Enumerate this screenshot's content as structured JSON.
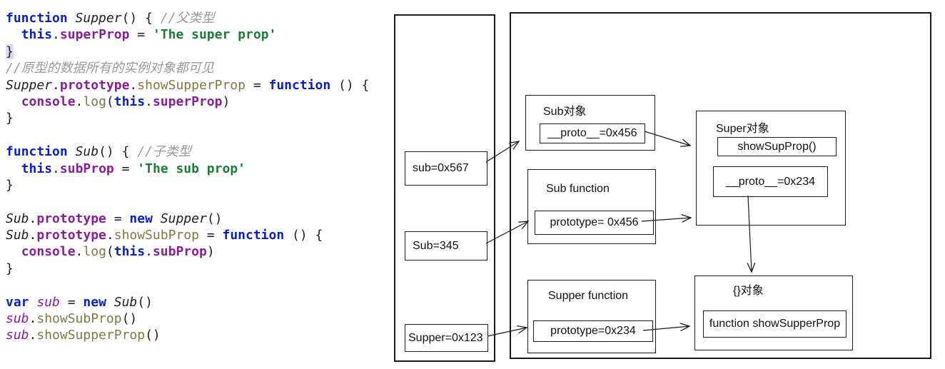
{
  "colors": {
    "keyword_blue": "#0b1fc4",
    "identifier_purple": "#8a1d9e",
    "function_olive": "#7c7b42",
    "string_green": "#188038",
    "comment_gray": "#9a9a9a",
    "code_black": "#1f1f1f",
    "bracket_match_highlight": "#dbdbf3",
    "diagram_line": "#1a1a1a"
  },
  "code": {
    "lines": [
      [
        [
          "kw",
          "function"
        ],
        [
          "pl",
          " "
        ],
        [
          "cls",
          "Supper"
        ],
        [
          "pl",
          "() { "
        ],
        [
          "cmt",
          "//父类型"
        ]
      ],
      [
        [
          "pl",
          "  "
        ],
        [
          "kw",
          "this"
        ],
        [
          "pl",
          "."
        ],
        [
          "prop",
          "superProp"
        ],
        [
          "pl",
          " = "
        ],
        [
          "str",
          "'The super prop'"
        ]
      ],
      [
        [
          "hl",
          "}"
        ]
      ],
      [
        [
          "cmt",
          "//原型的数据所有的实例对象都可见"
        ]
      ],
      [
        [
          "cls",
          "Supper"
        ],
        [
          "pl",
          "."
        ],
        [
          "prop",
          "prototype"
        ],
        [
          "pl",
          "."
        ],
        [
          "fn",
          "showSupperProp"
        ],
        [
          "pl",
          " = "
        ],
        [
          "kw",
          "function"
        ],
        [
          "pl",
          " () {"
        ]
      ],
      [
        [
          "pl",
          "  "
        ],
        [
          "prop",
          "console"
        ],
        [
          "pl",
          "."
        ],
        [
          "fn",
          "log"
        ],
        [
          "pl",
          "("
        ],
        [
          "kw",
          "this"
        ],
        [
          "pl",
          "."
        ],
        [
          "prop",
          "superProp"
        ],
        [
          "pl",
          ")"
        ]
      ],
      [
        [
          "pl",
          "}"
        ]
      ],
      [],
      [
        [
          "kw",
          "function"
        ],
        [
          "pl",
          " "
        ],
        [
          "cls",
          "Sub"
        ],
        [
          "pl",
          "() { "
        ],
        [
          "cmt",
          "//子类型"
        ]
      ],
      [
        [
          "pl",
          "  "
        ],
        [
          "kw",
          "this"
        ],
        [
          "pl",
          "."
        ],
        [
          "prop",
          "subProp"
        ],
        [
          "pl",
          " = "
        ],
        [
          "str",
          "'The sub prop'"
        ]
      ],
      [
        [
          "pl",
          "}"
        ]
      ],
      [],
      [
        [
          "cls",
          "Sub"
        ],
        [
          "pl",
          "."
        ],
        [
          "prop",
          "prototype"
        ],
        [
          "pl",
          " = "
        ],
        [
          "kw",
          "new"
        ],
        [
          "pl",
          " "
        ],
        [
          "cls",
          "Supper"
        ],
        [
          "pl",
          "()"
        ]
      ],
      [
        [
          "cls",
          "Sub"
        ],
        [
          "pl",
          "."
        ],
        [
          "prop",
          "prototype"
        ],
        [
          "pl",
          "."
        ],
        [
          "fn",
          "showSubProp"
        ],
        [
          "pl",
          " = "
        ],
        [
          "kw",
          "function"
        ],
        [
          "pl",
          " () {"
        ]
      ],
      [
        [
          "pl",
          "  "
        ],
        [
          "prop",
          "console"
        ],
        [
          "pl",
          "."
        ],
        [
          "fn",
          "log"
        ],
        [
          "pl",
          "("
        ],
        [
          "kw",
          "this"
        ],
        [
          "pl",
          "."
        ],
        [
          "prop",
          "subProp"
        ],
        [
          "pl",
          ")"
        ]
      ],
      [
        [
          "pl",
          "}"
        ]
      ],
      [],
      [
        [
          "kw",
          "var"
        ],
        [
          "pl",
          " "
        ],
        [
          "var",
          "sub"
        ],
        [
          "pl",
          " = "
        ],
        [
          "kw",
          "new"
        ],
        [
          "pl",
          " "
        ],
        [
          "cls",
          "Sub"
        ],
        [
          "pl",
          "()"
        ]
      ],
      [
        [
          "var",
          "sub"
        ],
        [
          "pl",
          "."
        ],
        [
          "fn",
          "showSubProp"
        ],
        [
          "pl",
          "()"
        ]
      ],
      [
        [
          "var",
          "sub"
        ],
        [
          "pl",
          "."
        ],
        [
          "fn",
          "showSupperProp"
        ],
        [
          "pl",
          "()"
        ]
      ]
    ]
  },
  "diagram": {
    "stack": {
      "vars": [
        "sub=0x567",
        "Sub=345",
        "Supper=0x123"
      ]
    },
    "heap": {
      "sub_object": {
        "title": "Sub对象",
        "proto_field": "__proto__=0x456"
      },
      "sub_function": {
        "title": "Sub function",
        "prototype_field": "prototype= 0x456"
      },
      "super_object": {
        "title": "Super对象",
        "method_field": "showSupProp()",
        "proto_field": "__proto__=0x234"
      },
      "supper_function": {
        "title": "Supper function",
        "prototype_field": "prototype=0x234"
      },
      "empty_object": {
        "title": "{}对象",
        "function_field": "function showSupperProp"
      }
    },
    "arrows": [
      {
        "from": "var sub=0x567",
        "to": "Sub对象 box"
      },
      {
        "from": "var Sub=345",
        "to": "Sub function prototype field"
      },
      {
        "from": "var Supper=0x123",
        "to": "Supper function prototype field"
      },
      {
        "from": "Sub对象 __proto__=0x456",
        "to": "Super对象 box"
      },
      {
        "from": "Sub function prototype= 0x456",
        "to": "Super对象 box"
      },
      {
        "from": "Super对象 __proto__=0x234",
        "to": "{}对象 box"
      },
      {
        "from": "Supper function prototype=0x234",
        "to": "{}对象 box"
      }
    ]
  }
}
